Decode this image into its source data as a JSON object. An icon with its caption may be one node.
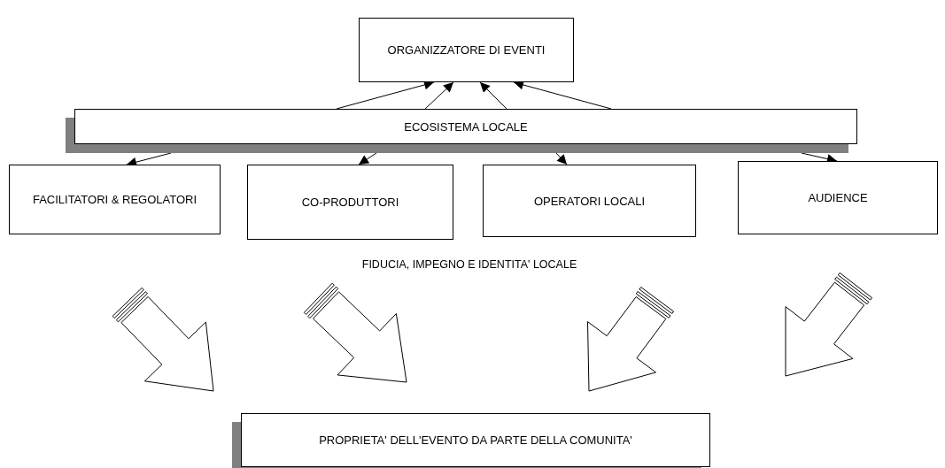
{
  "diagram": {
    "nodes": [
      {
        "text": [
          "ORGANIZZATORE DI EVENTI"
        ]
      },
      {
        "text": [
          "ECOSISTEMA LOCALE"
        ]
      },
      {
        "text": [
          "FACILITATORI & REGOLATORI"
        ]
      },
      {
        "text": [
          "CO-PRODUTTORI"
        ]
      },
      {
        "text": [
          "OPERATORI LOCALI"
        ]
      },
      {
        "text": [
          "AUDIENCE"
        ]
      },
      {
        "text": [
          "PROPRIETA' DELL'EVENTO DA PARTE DELLA COMUNITA'"
        ]
      }
    ],
    "edges": [
      {
        "from": 1,
        "to": 0,
        "arrow": "to"
      },
      {
        "from": 1,
        "to": 0,
        "arrow": "to"
      },
      {
        "from": 1,
        "to": 0,
        "arrow": "to"
      },
      {
        "from": 1,
        "to": 0,
        "arrow": "to"
      },
      {
        "from": 1,
        "to": 2,
        "arrow": "to"
      },
      {
        "from": 1,
        "to": 3,
        "arrow": "to"
      },
      {
        "from": 1,
        "to": 4,
        "arrow": "to"
      },
      {
        "from": 1,
        "to": 5,
        "arrow": "to"
      }
    ],
    "labels": [
      "FIDUCIA, IMPEGNO E IDENTITA' LOCALE"
    ]
  }
}
